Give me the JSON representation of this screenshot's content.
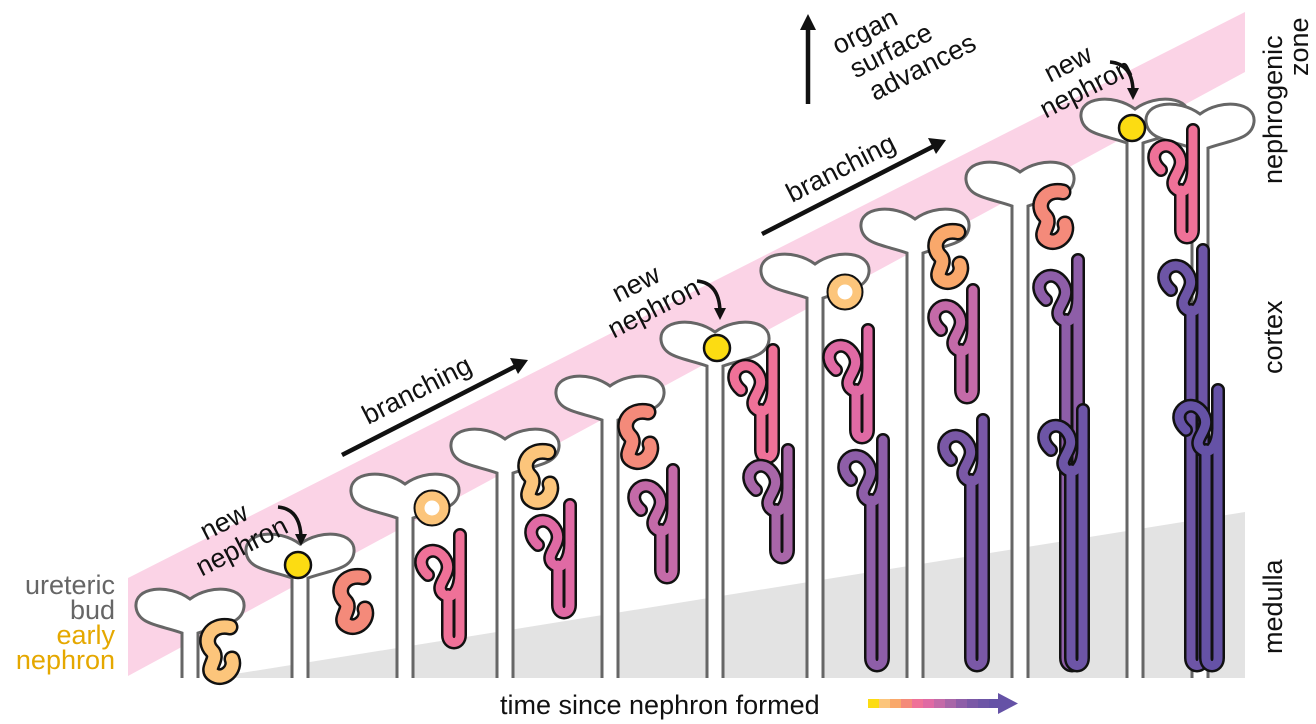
{
  "labels": {
    "new_nephron": [
      "new",
      "nephron"
    ],
    "branching": "branching",
    "organ_surface": [
      "organ",
      "surface",
      "advances"
    ],
    "time_axis": "time since nephron formed"
  },
  "zones": {
    "nephrogenic": [
      "nephrogenic",
      "zone"
    ],
    "cortex": "cortex",
    "medulla": "medulla"
  },
  "legend": {
    "ureteric_bud": [
      "ureteric",
      "bud"
    ],
    "early_nephron": [
      "early",
      "nephron"
    ]
  },
  "colors": {
    "nephrogenic_zone": "#fbd3e6",
    "medulla": "#e3e3e3",
    "ureteric_bud_text": "#666666",
    "early_nephron_text": "#e5a800",
    "new_nephron_dot": "#fcdc12",
    "gradient": [
      "#fcdc12",
      "#fcc57b",
      "#f9a86b",
      "#f48a7a",
      "#ef7198",
      "#e06aa4",
      "#c46aa8",
      "#a866a8",
      "#8e5ea8",
      "#7a58a6",
      "#6d55a6",
      "#6552a6"
    ]
  },
  "stages": 12
}
